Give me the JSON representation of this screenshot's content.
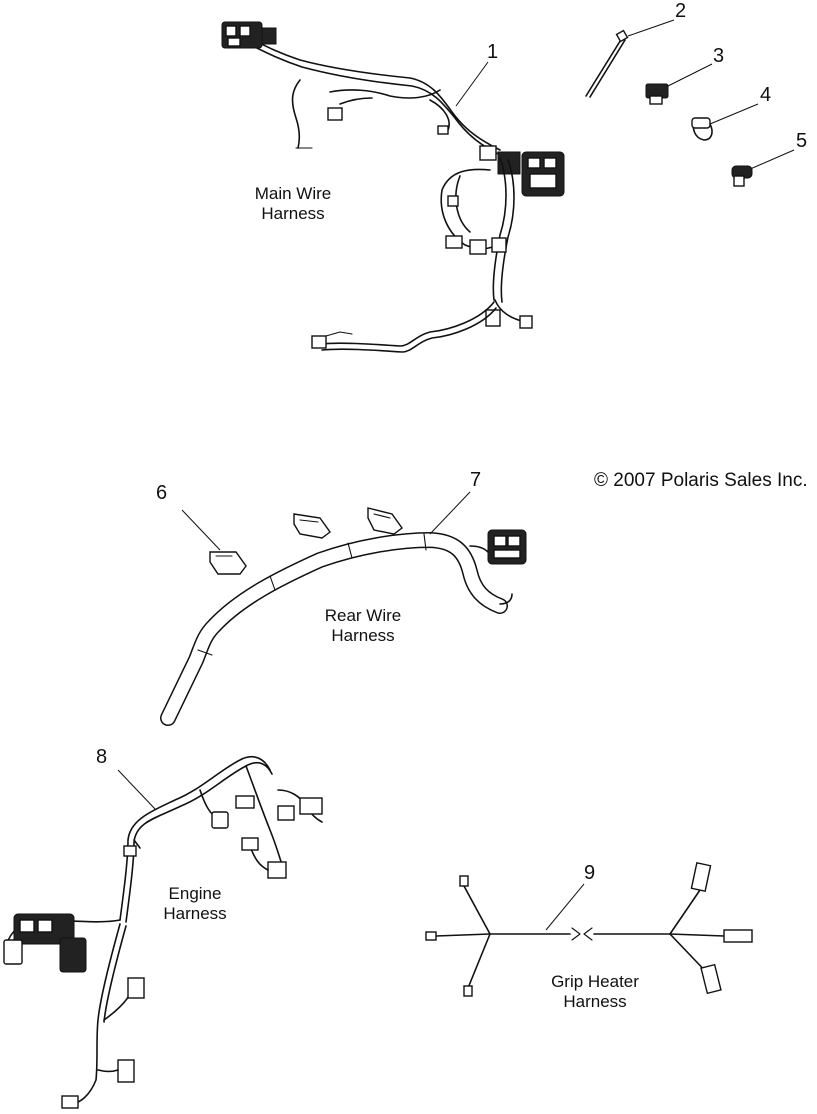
{
  "labels": {
    "main_wire": [
      "Main Wire",
      "Harness"
    ],
    "rear_wire": [
      "Rear Wire",
      "Harness"
    ],
    "engine": [
      "Engine",
      "Harness"
    ],
    "grip_heater": [
      "Grip Heater",
      "Harness"
    ]
  },
  "callouts": [
    "1",
    "2",
    "3",
    "4",
    "5",
    "6",
    "7",
    "8",
    "9"
  ],
  "copyright": "© 2007 Polaris Sales Inc."
}
